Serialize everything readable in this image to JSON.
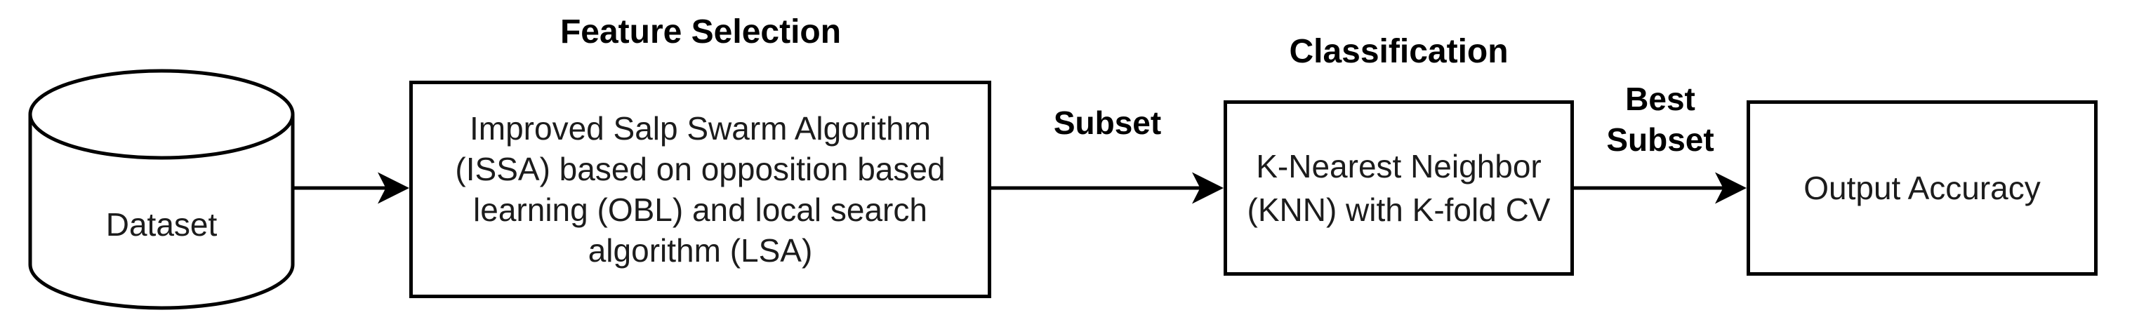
{
  "colors": {
    "background": "#ffffff",
    "stroke": "#000000",
    "text": "#1c1c1c"
  },
  "section_titles": {
    "feature": "Feature Selection",
    "classification": "Classification"
  },
  "nodes": {
    "dataset": {
      "shape": "database-cylinder",
      "label": "Dataset"
    },
    "feature": {
      "shape": "rectangle",
      "lines": [
        "Improved Salp Swarm Algorithm",
        "(ISSA) based on opposition based",
        "learning (OBL) and local search",
        "algorithm (LSA)"
      ]
    },
    "knn": {
      "shape": "rectangle",
      "lines": [
        "K-Nearest Neighbor",
        "(KNN) with K-fold CV"
      ]
    },
    "output": {
      "shape": "rectangle",
      "label": "Output Accuracy"
    }
  },
  "edge_labels": {
    "subset": "Subset",
    "best_subset": [
      "Best",
      "Subset"
    ]
  }
}
